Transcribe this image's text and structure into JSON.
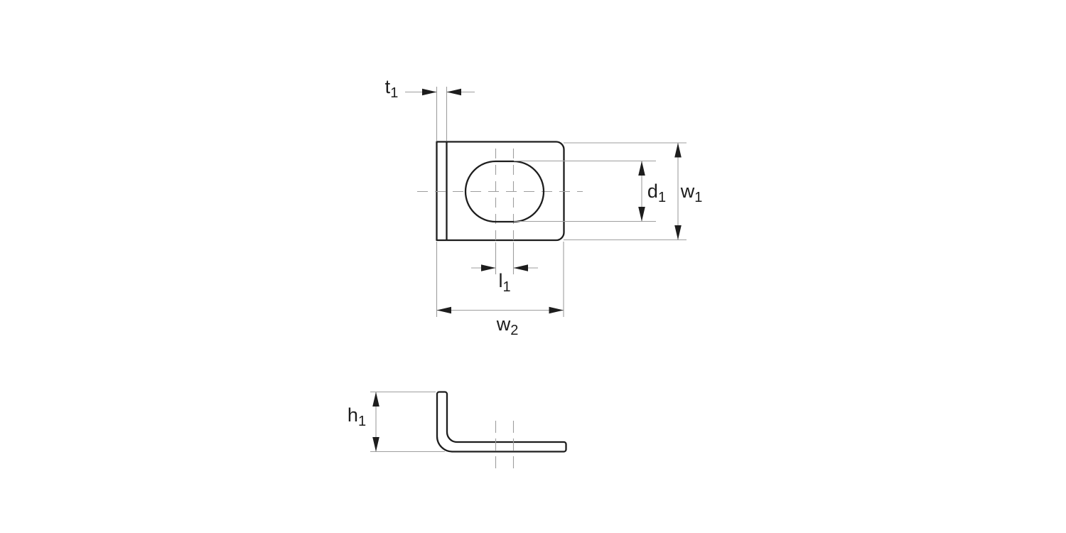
{
  "diagram": {
    "labels": {
      "t1": {
        "base": "t",
        "sub": "1"
      },
      "d1": {
        "base": "d",
        "sub": "1"
      },
      "w1": {
        "base": "w",
        "sub": "1"
      },
      "l1": {
        "base": "l",
        "sub": "1"
      },
      "w2": {
        "base": "w",
        "sub": "2"
      },
      "h1": {
        "base": "h",
        "sub": "1"
      }
    },
    "colors": {
      "outline": "#1d1d1d",
      "dimension_lines": "#9e9e9e",
      "label_text": "#1d1d1d",
      "background": "#ffffff"
    }
  }
}
